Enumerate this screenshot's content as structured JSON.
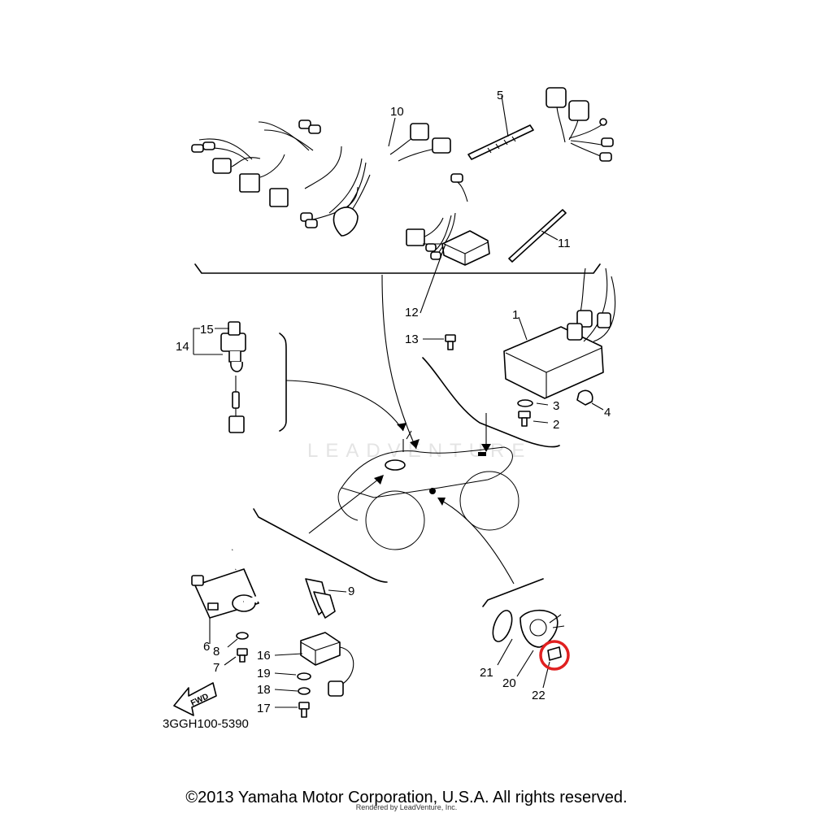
{
  "diagram": {
    "callouts": [
      {
        "id": "c1",
        "label": "1"
      },
      {
        "id": "c2",
        "label": "2"
      },
      {
        "id": "c3",
        "label": "3"
      },
      {
        "id": "c4",
        "label": "4"
      },
      {
        "id": "c5",
        "label": "5"
      },
      {
        "id": "c6",
        "label": "6"
      },
      {
        "id": "c7",
        "label": "7"
      },
      {
        "id": "c8",
        "label": "8"
      },
      {
        "id": "c9",
        "label": "9"
      },
      {
        "id": "c10",
        "label": "10"
      },
      {
        "id": "c11",
        "label": "11"
      },
      {
        "id": "c12",
        "label": "12"
      },
      {
        "id": "c13",
        "label": "13"
      },
      {
        "id": "c14",
        "label": "14"
      },
      {
        "id": "c15",
        "label": "15"
      },
      {
        "id": "c16",
        "label": "16"
      },
      {
        "id": "c17",
        "label": "17"
      },
      {
        "id": "c18",
        "label": "18"
      },
      {
        "id": "c19",
        "label": "19"
      },
      {
        "id": "c20",
        "label": "20"
      },
      {
        "id": "c21",
        "label": "21"
      },
      {
        "id": "c22",
        "label": "22"
      }
    ],
    "highlight_color": "#e02020",
    "fwd_label": "FWD",
    "drawing_code": "3GGH100-5390",
    "watermark": "LEADVENTURE"
  },
  "footer": {
    "copyright": "©2013 Yamaha Motor Corporation, U.S.A. All rights reserved.",
    "rendered_by": "Rendered by LeadVenture, Inc."
  }
}
